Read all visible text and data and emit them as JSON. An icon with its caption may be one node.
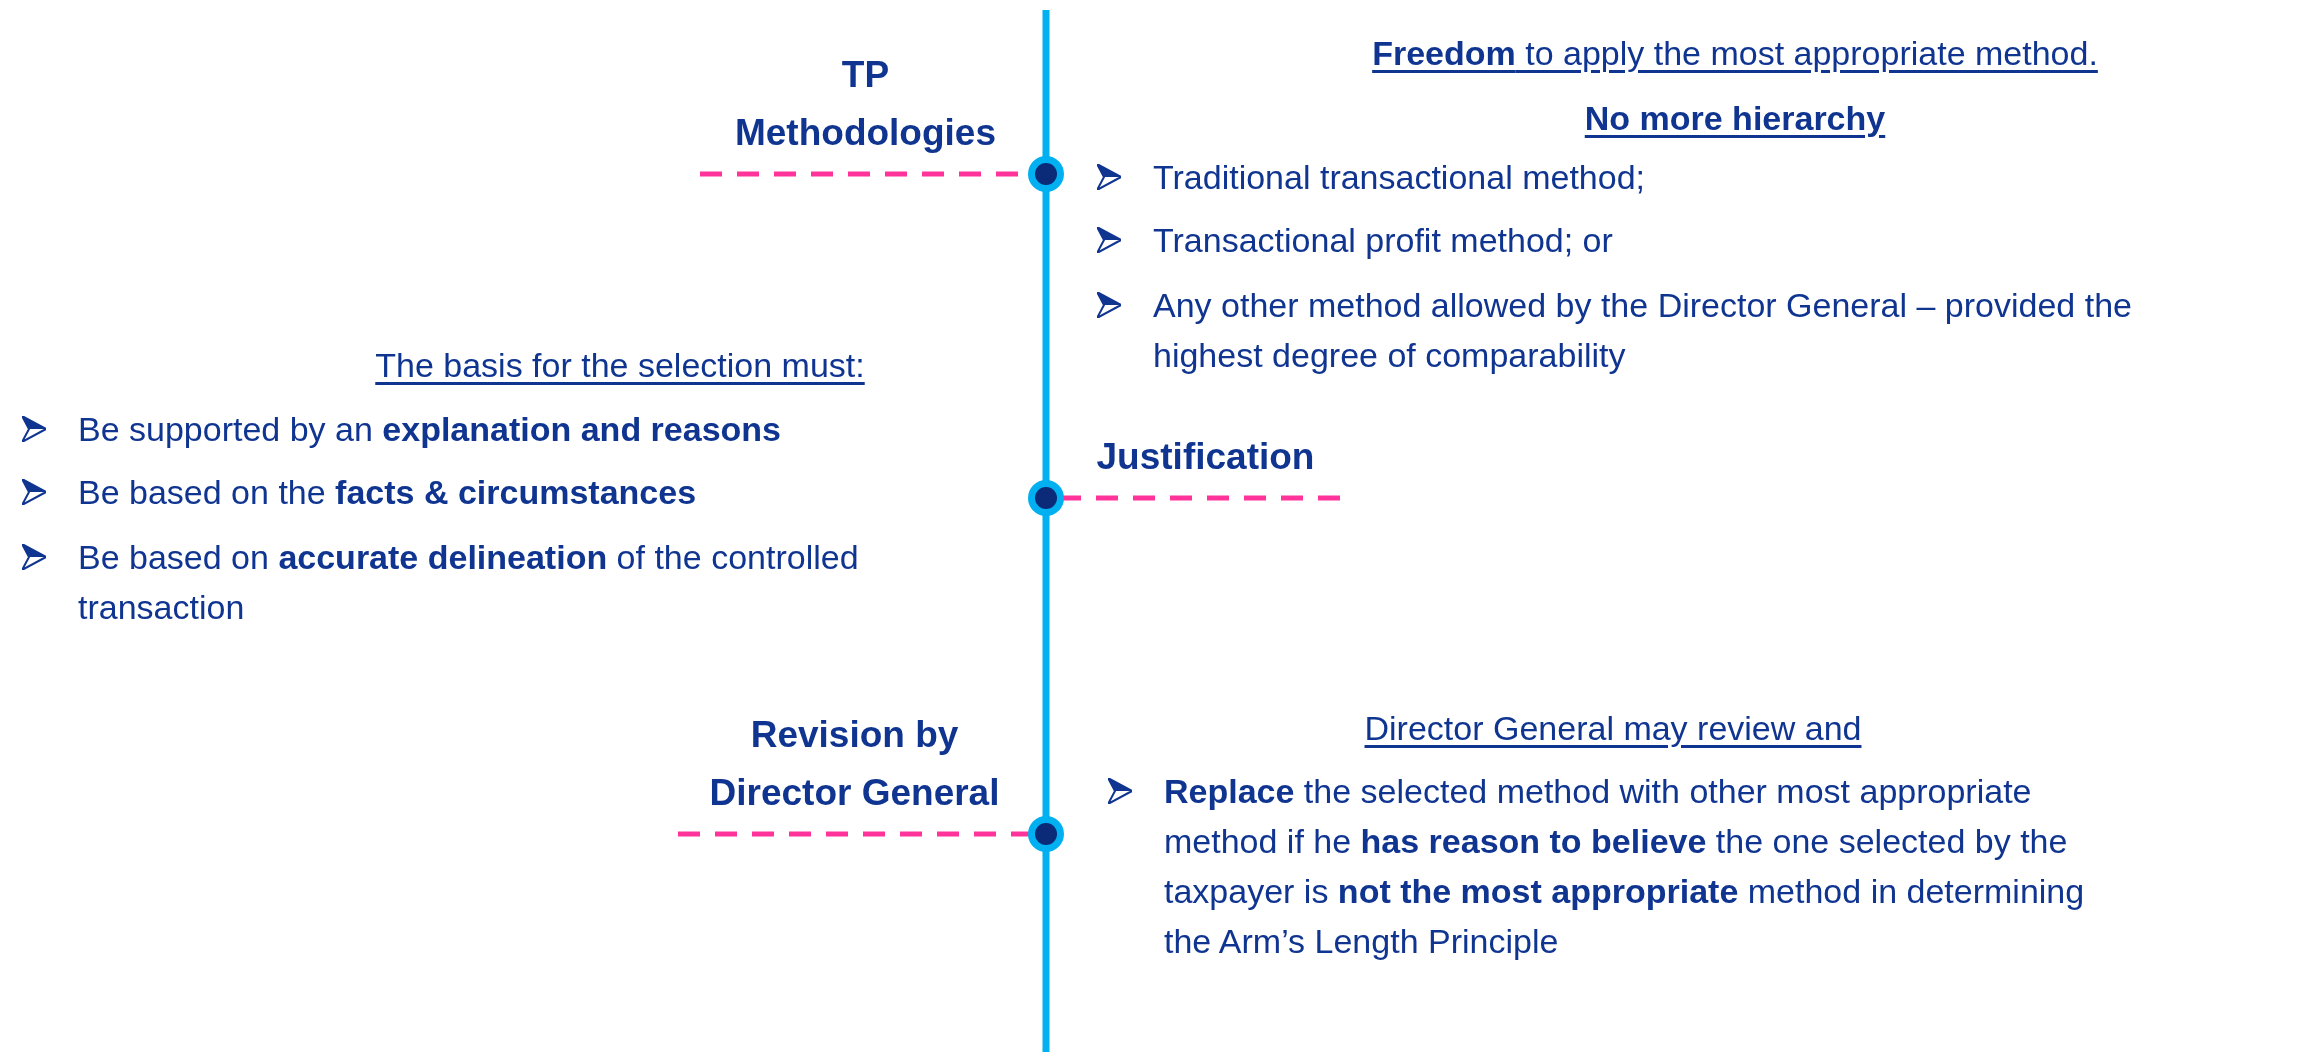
{
  "diagram": {
    "nodes": [
      {
        "text": [
          "TP Methodologies"
        ]
      },
      {
        "text": [],
        "shape": "circle"
      },
      {
        "text": [
          "Justification"
        ]
      },
      {
        "text": [],
        "shape": "circle"
      },
      {
        "text": [
          "Revision by Director General"
        ]
      },
      {
        "text": [],
        "shape": "circle"
      }
    ],
    "edges": [
      {
        "from": 0,
        "to": 1,
        "arrow": "none",
        "style": "dashed",
        "color": "#ff3399"
      },
      {
        "from": 2,
        "to": 3,
        "arrow": "none",
        "style": "dashed",
        "color": "#ff3399"
      },
      {
        "from": 4,
        "to": 5,
        "arrow": "none",
        "style": "dashed",
        "color": "#ff3399"
      },
      {
        "from": null,
        "to": 1,
        "arrow": "none"
      },
      {
        "from": 1,
        "to": 3,
        "arrow": "none"
      },
      {
        "from": 3,
        "to": 5,
        "arrow": "none"
      },
      {
        "from": 5,
        "to": null,
        "arrow": "none"
      }
    ],
    "labels": [
      "**Freedom** to apply the most appropriate method.",
      "No more hierarchy",
      "Traditional transactional method;",
      "Transactional profit method; or",
      "Any other method allowed by the Director General – provided the highest degree of comparability",
      "The basis for the selection must:",
      "Be supported by an **explanation and reasons**",
      "Be based on the **facts & circumstances**",
      "Be based on **accurate delineation** of the controlled transaction",
      "Director General may review and",
      "**Replace** the selected method with other most appropriate method if he **has reason to believe** the one selected by the taxpayer is **not the most appropriate** method in determining the Arm’s Length Principle"
    ]
  }
}
